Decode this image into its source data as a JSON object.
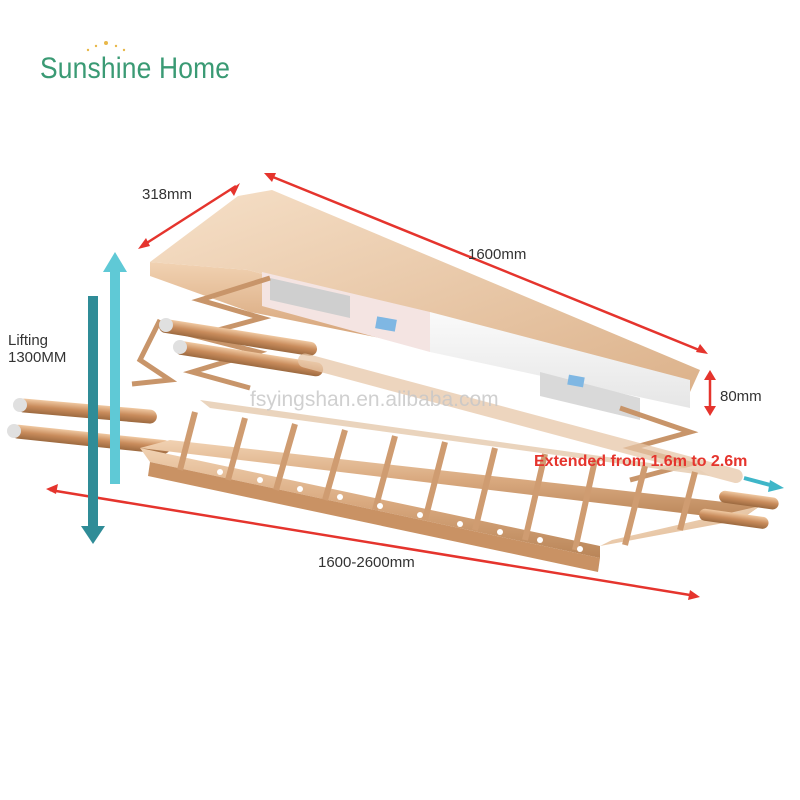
{
  "brand": {
    "name": "Sunshine Home"
  },
  "watermark": {
    "text": "fsyingshan.en.alibaba.com"
  },
  "dimensions": {
    "depth": "318mm",
    "length": "1600mm",
    "height": "80mm",
    "lifting_line1": "Lifting",
    "lifting_line2": "1300MM",
    "extended_length": "1600-2600mm",
    "extension_note": "Extended from 1.6m to 2.6m"
  },
  "colors": {
    "arrow_red": "#e5342d",
    "arrow_teal_light": "#5fc9d6",
    "arrow_teal_dark": "#2f8c97",
    "frame_gold": "#d7a77d",
    "brand_green": "#3a9a74"
  }
}
